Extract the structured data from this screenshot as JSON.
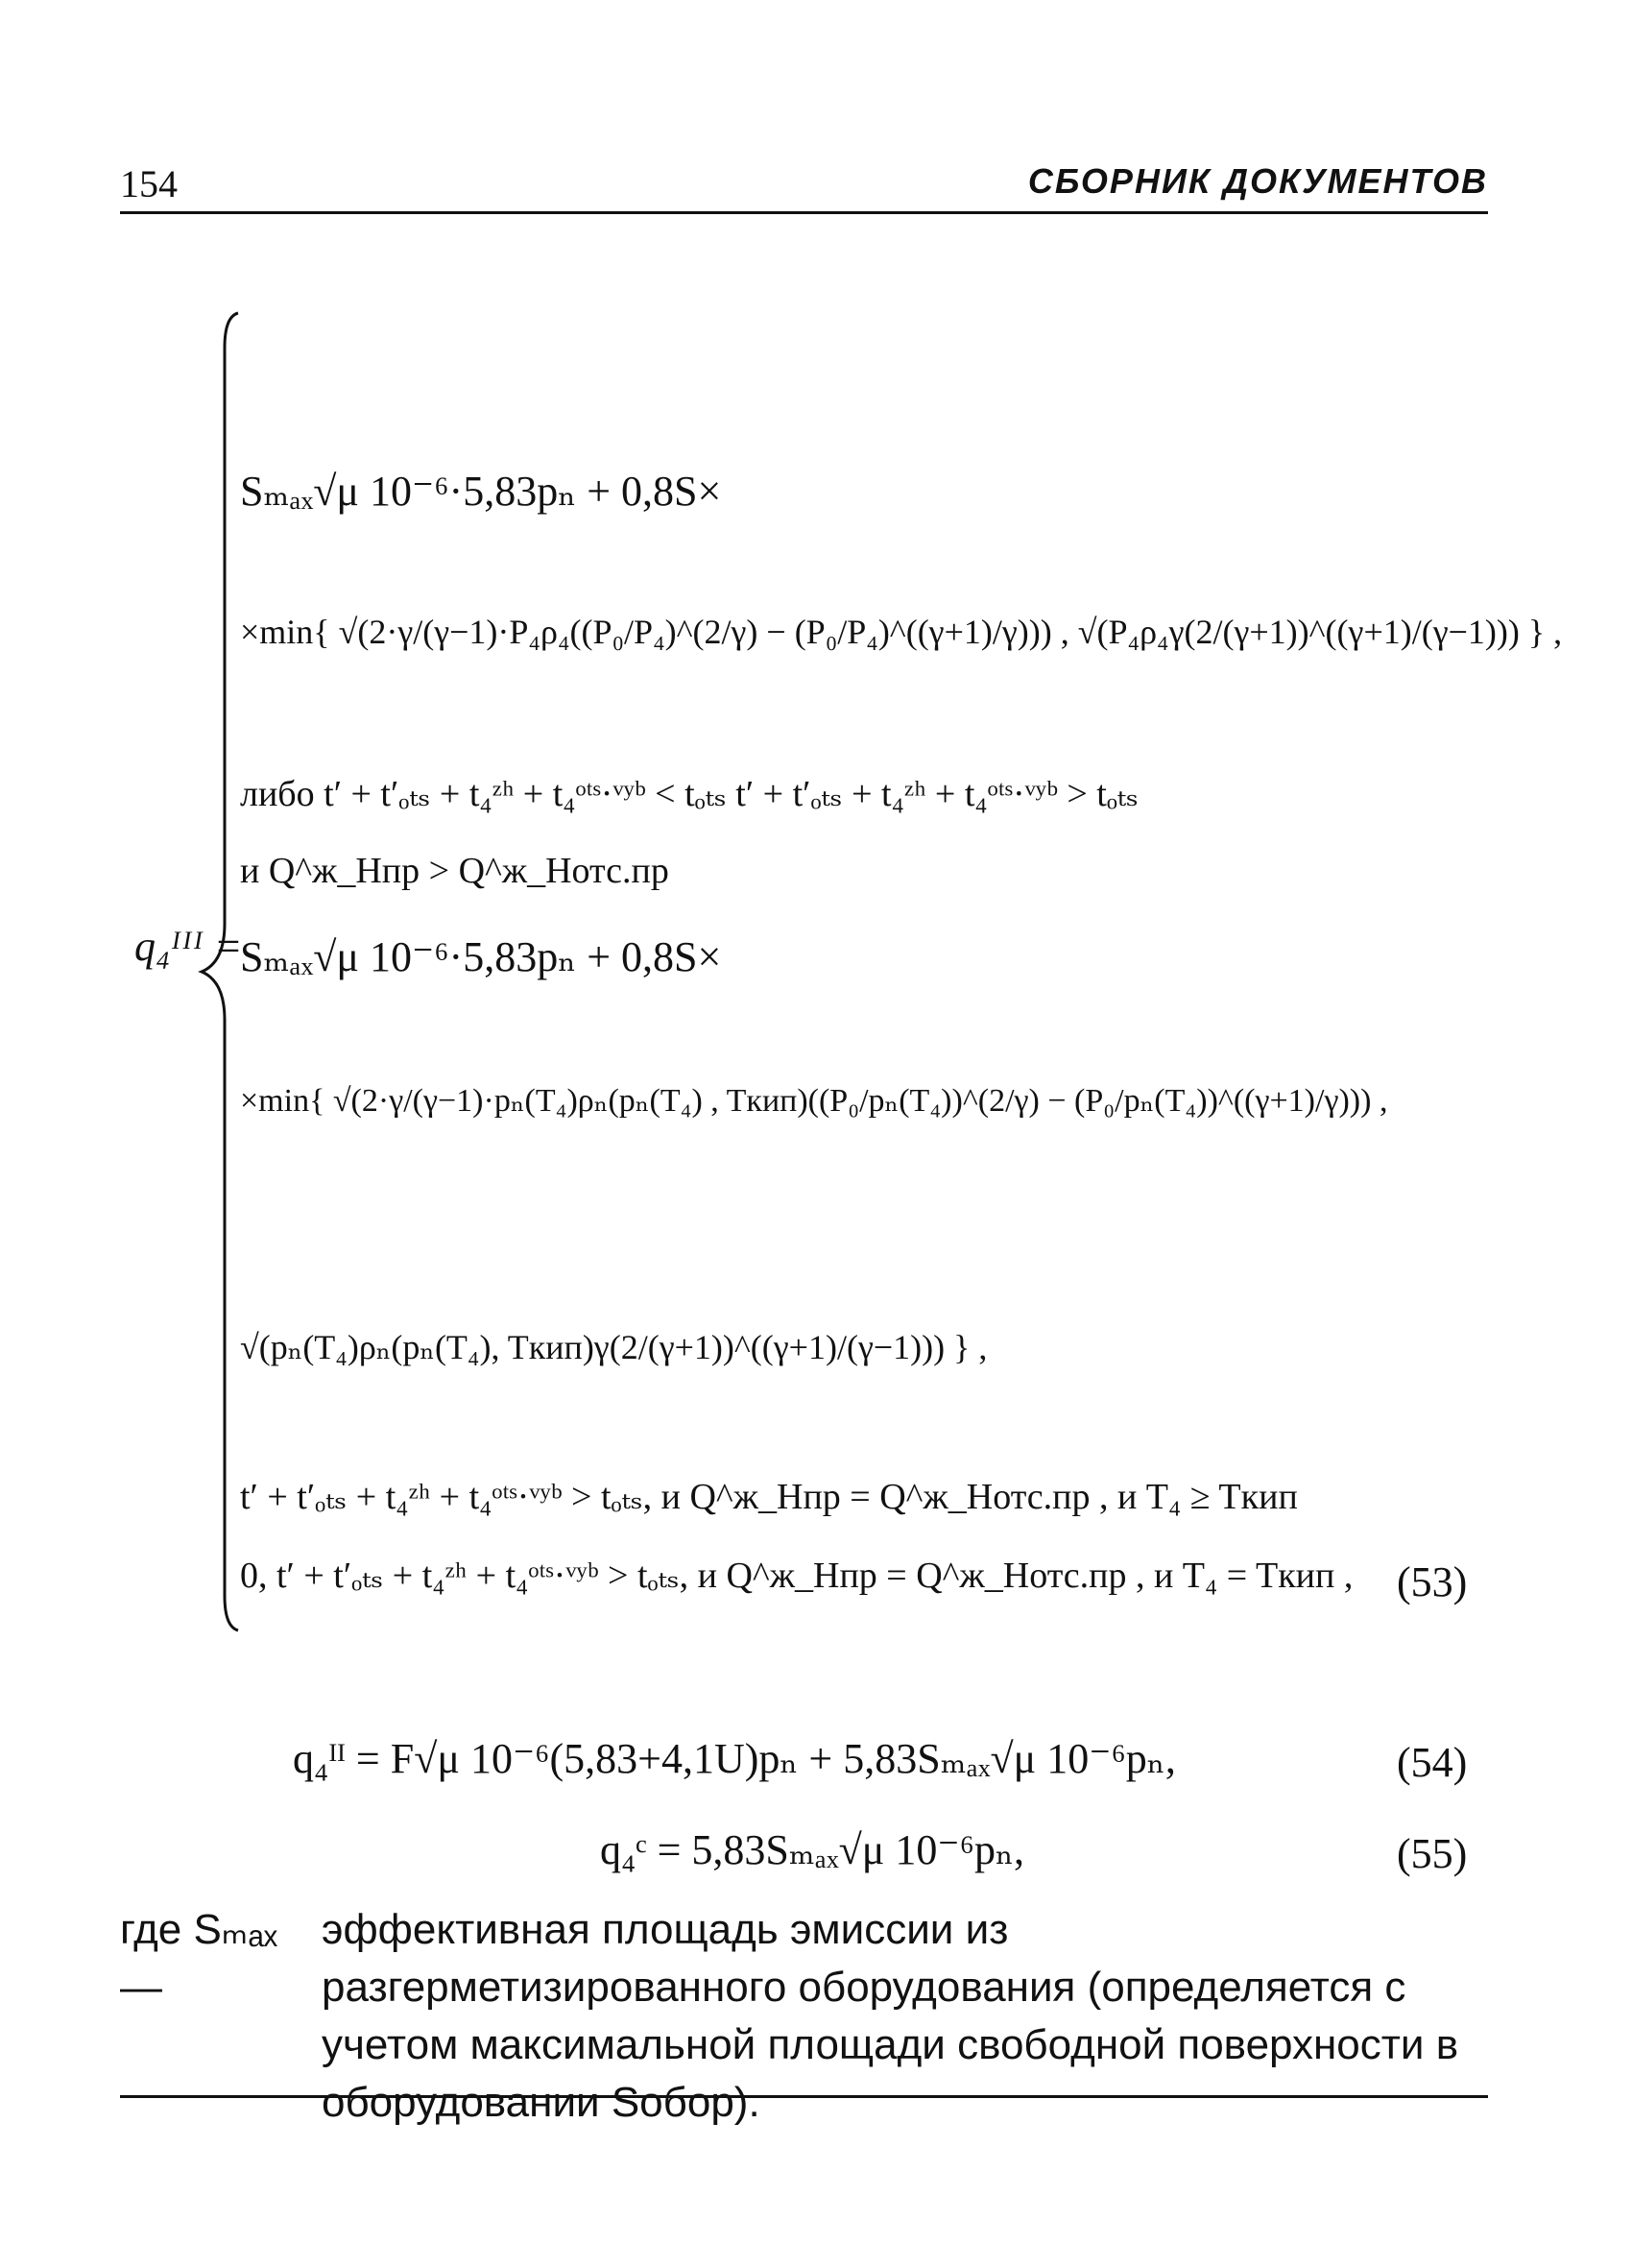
{
  "header": {
    "page_number": "154",
    "running_title": "СБОРНИК ДОКУМЕНТОВ"
  },
  "formula_53": {
    "lhs": "q₄ᴵᴵᴵ =",
    "lines": [
      "Sₘₐₓ√μ 10⁻⁶·5,83pₙ + 0,8S×",
      "×min{ √(2·γ/(γ−1)·P₄ρ₄((P₀/P₄)^(2/γ) − (P₀/P₄)^((γ+1)/γ))) ,  √(P₄ρ₄γ(2/(γ+1))^((γ+1)/(γ−1))) } ,",
      "либо t′ + t′ₒₜₛ + t₄ᶻʰ + t₄ᵒᵗˢ·ᵛʸᵇ < tₒₜₛ          t′ + t′ₒₜₛ + t₄ᶻʰ + t₄ᵒᵗˢ·ᵛʸᵇ > tₒₜₛ",
      "и Q^ж_Hпр > Q^ж_Hотс.пр",
      "Sₘₐₓ√μ 10⁻⁶·5,83pₙ + 0,8S×",
      "×min{ √(2·γ/(γ−1)·pₙ(T₄)ρₙ(pₙ(T₄) , Tкип)((P₀/pₙ(T₄))^(2/γ) − (P₀/pₙ(T₄))^((γ+1)/γ))) ,",
      "√(pₙ(T₄)ρₙ(pₙ(T₄), Tкип)γ(2/(γ+1))^((γ+1)/(γ−1))) } ,",
      "t′ + t′ₒₜₛ + t₄ᶻʰ + t₄ᵒᵗˢ·ᵛʸᵇ > tₒₜₛ, и Q^ж_Hпр = Q^ж_Hотс.пр , и T₄ ≥ Tкип",
      "0,  t′ + t′ₒₜₛ + t₄ᶻʰ + t₄ᵒᵗˢ·ᵛʸᵇ > tₒₜₛ, и Q^ж_Hпр = Q^ж_Hотс.пр , и T₄ = Tкип ,"
    ],
    "number": "(53)"
  },
  "formula_54": {
    "text": "q₄ᴵᴵ = F√μ 10⁻⁶(5,83+4,1U)pₙ + 5,83Sₘₐₓ√μ 10⁻⁶pₙ,",
    "number": "(54)"
  },
  "formula_55": {
    "text": "q₄ᶜ = 5,83Sₘₐₓ√μ 10⁻⁶pₙ,",
    "number": "(55)"
  },
  "definition": {
    "term": "где Sₘₐₓ —",
    "body": "эффективная площадь эмиссии из разгерметизированного оборудования (определяется с учетом максимальной площади свободной поверхности в оборудовании Sобор)."
  }
}
